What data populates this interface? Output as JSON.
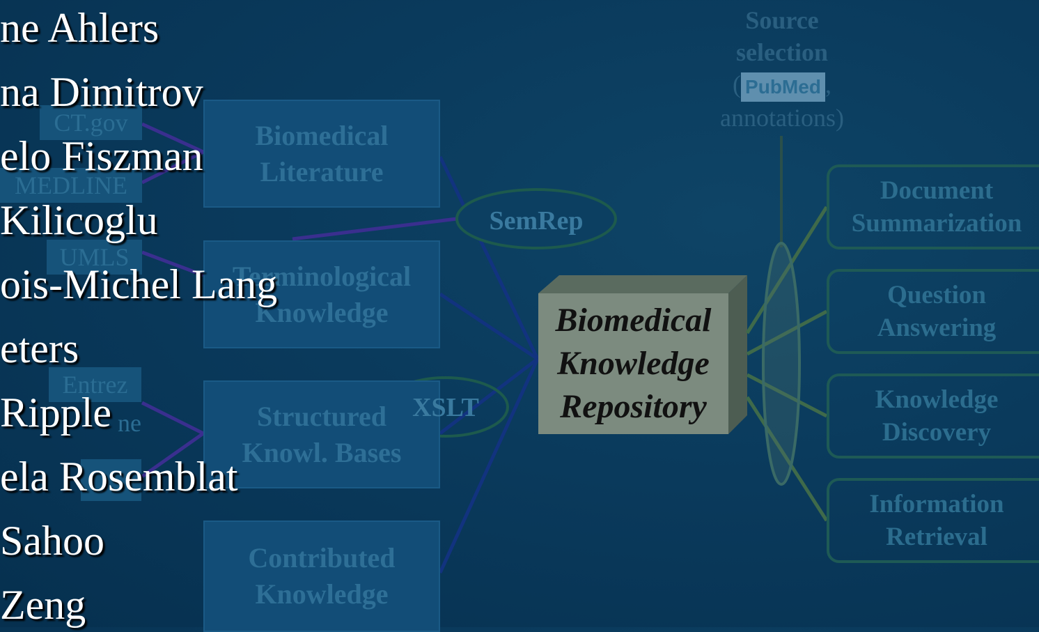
{
  "names": [
    "ne Ahlers",
    "na Dimitrov",
    "elo Fiszman",
    "Kilicoglu",
    "ois-Michel Lang",
    "eters",
    "Ripple",
    "ela Rosemblat",
    "Sahoo",
    "Zeng"
  ],
  "sources": [
    "CT.gov",
    "MEDLINE",
    "UMLS",
    "Entrez",
    "ne",
    ""
  ],
  "knowledge_boxes": [
    [
      "Biomedical",
      "Literature"
    ],
    [
      "Terminological",
      "Knowledge"
    ],
    [
      "Structured",
      "Knowl. Bases"
    ],
    [
      "Contributed",
      "Knowledge"
    ]
  ],
  "processors": [
    "SemRep",
    "XSLT"
  ],
  "repository": [
    "Biomedical",
    "Knowledge",
    "Repository"
  ],
  "source_selection": {
    "line1": "Source",
    "line2": "selection",
    "open_paren": "(",
    "logo": "PubMed",
    "comma": ",",
    "line4": "annotations)"
  },
  "applications": [
    [
      "Document",
      "Summarization"
    ],
    [
      "Question",
      "Answering"
    ],
    [
      "Knowledge",
      "Discovery"
    ],
    [
      "Information",
      "Retrieval"
    ]
  ],
  "colors": {
    "background": "#0a3a5c",
    "repository_box": "#7c8b7f",
    "app_border": "#1e5a55",
    "connector_purple": "#3a2f8f",
    "connector_green": "#3f6a4a"
  }
}
